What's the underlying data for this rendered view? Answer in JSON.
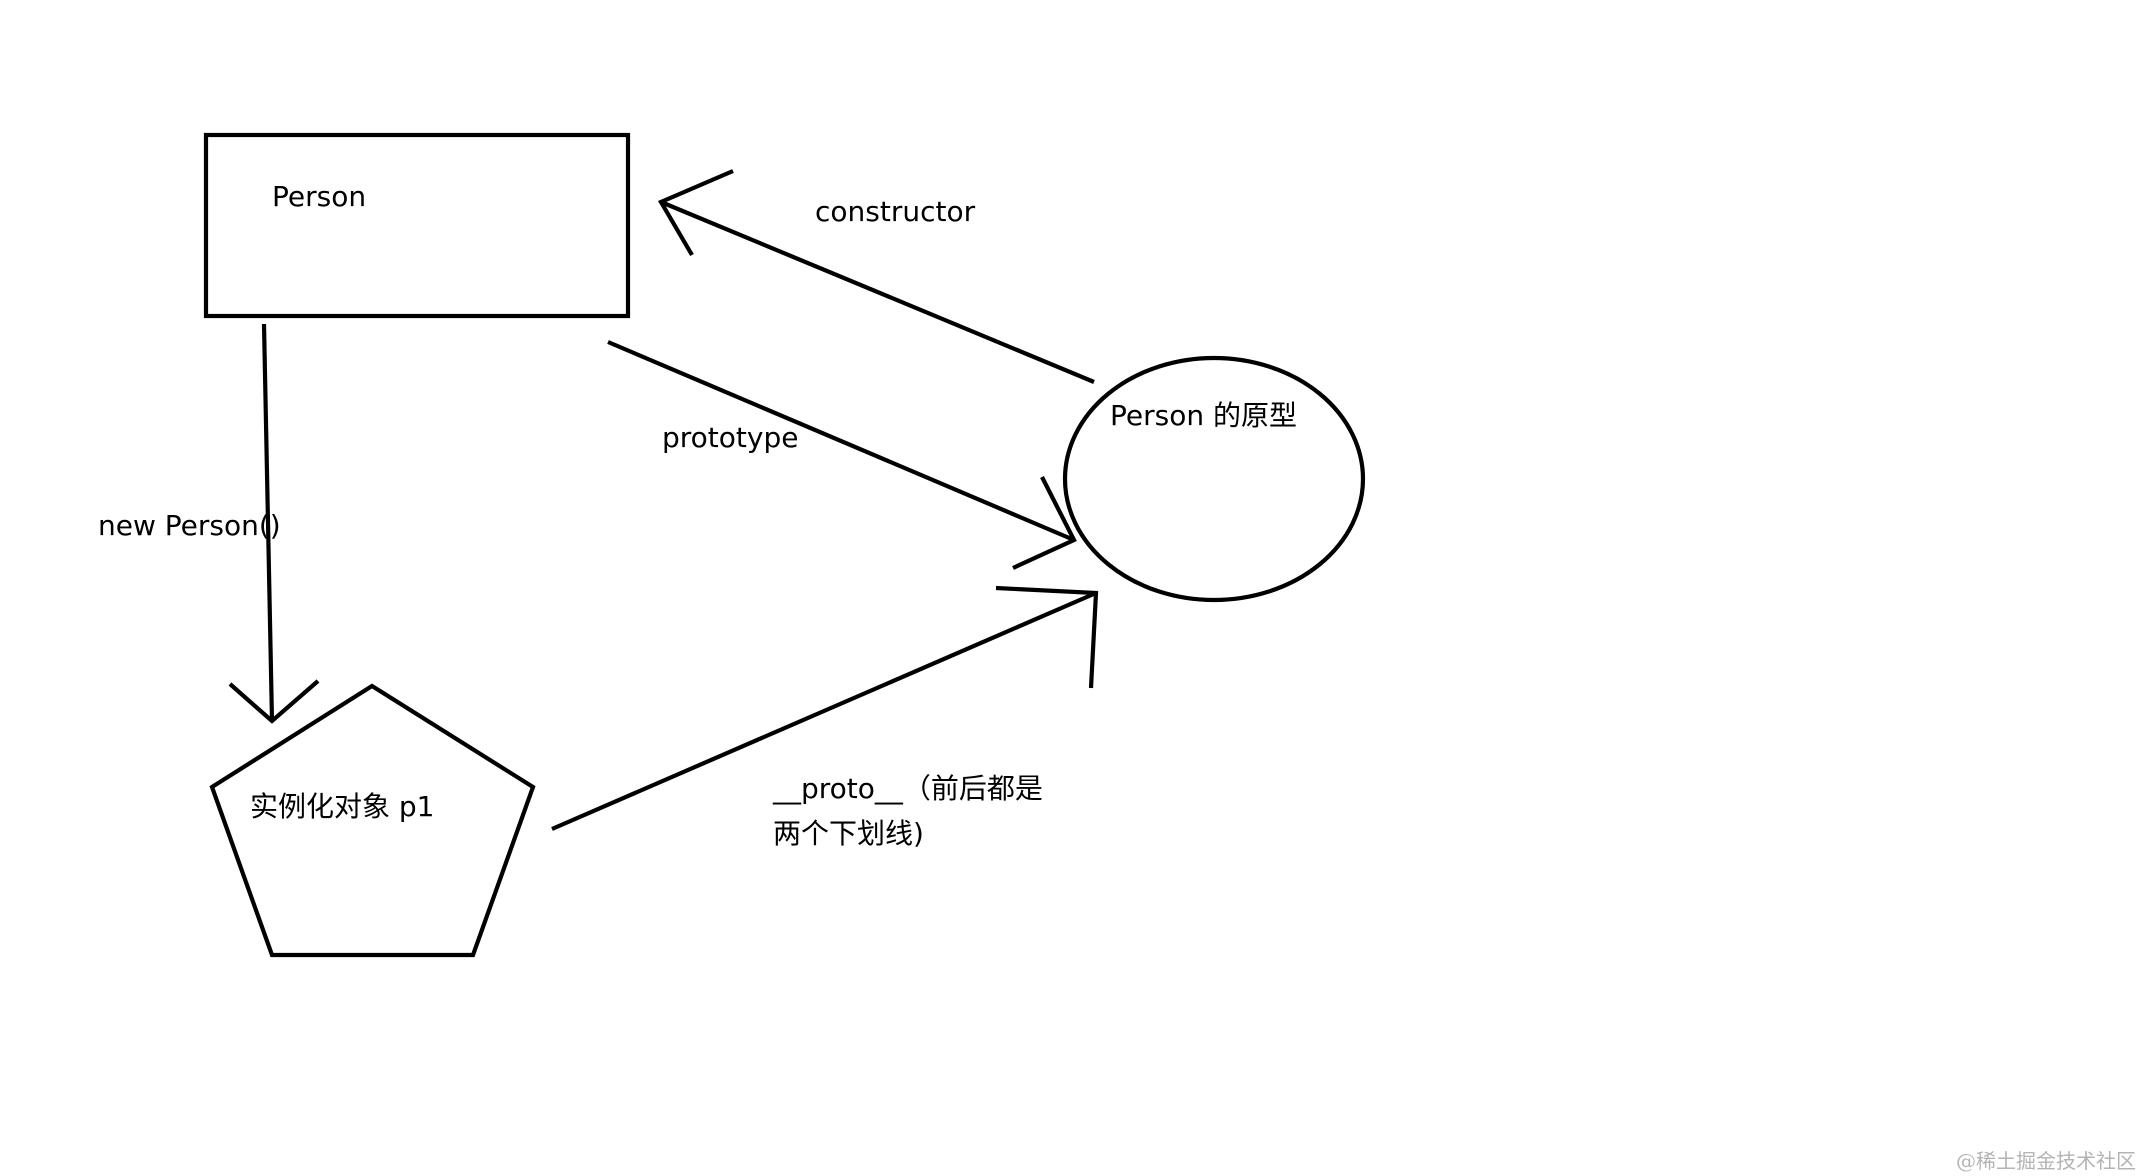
{
  "diagram": {
    "nodes": {
      "person": {
        "label": "Person"
      },
      "prototype_object": {
        "label": "Person 的原型"
      },
      "instance": {
        "label": "实例化对象 p1"
      }
    },
    "edges": {
      "constructor": {
        "label": "constructor"
      },
      "prototype": {
        "label": "prototype"
      },
      "new_person": {
        "label": "new Person()"
      },
      "proto": {
        "label_line1": "__proto__（前后都是",
        "label_line2": "两个下划线)"
      }
    }
  },
  "watermark": "@稀土掘金技术社区"
}
